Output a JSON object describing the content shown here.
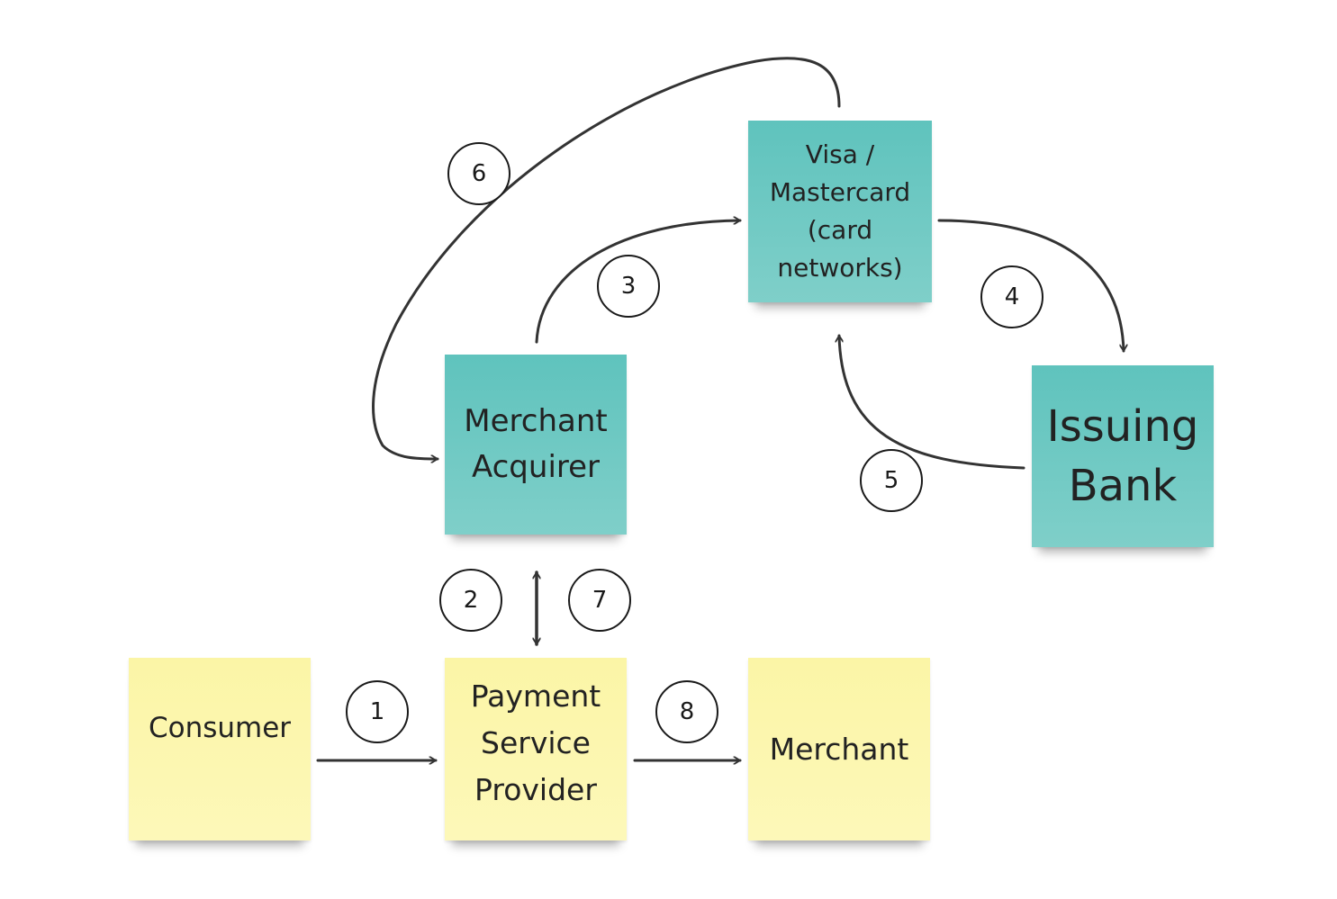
{
  "nodes": {
    "visa_mastercard": "Visa /\nMastercard\n(card\nnetworks)",
    "merchant_acquirer": "Merchant\nAcquirer",
    "issuing_bank": "Issuing\nBank",
    "consumer": "Consumer",
    "payment_service_provider": "Payment\nService\nProvider",
    "merchant": "Merchant"
  },
  "steps": [
    "1",
    "2",
    "3",
    "4",
    "5",
    "6",
    "7",
    "8"
  ],
  "colors": {
    "network_notes": "#6cc9c3",
    "party_notes": "#fdf7b0",
    "arrows": "#333333",
    "badge_border": "#1a1a1a"
  }
}
